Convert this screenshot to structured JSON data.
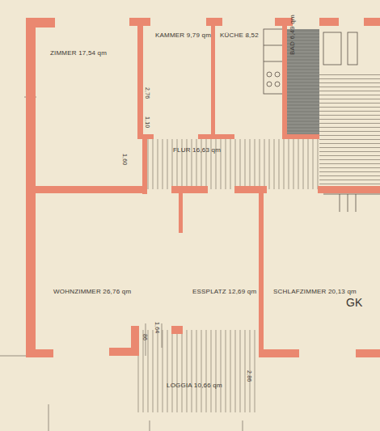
{
  "diagram": {
    "labels": [
      "ZIMMER 17,54 qm",
      "KAMMER 9,79 qm",
      "KÜCHE 8,52",
      "BAD 6,49 qm",
      "FLUR 16,63 qm",
      "WOHNZIMMER 26,76 qm",
      "ESSPLATZ 12,69 qm",
      "SCHLAFZIMMER 20,13 qm",
      "LOGGIA 10,66 qm",
      "2,76",
      "1,10",
      "1,60",
      "86",
      "1,64",
      "2,86",
      "GK"
    ]
  }
}
